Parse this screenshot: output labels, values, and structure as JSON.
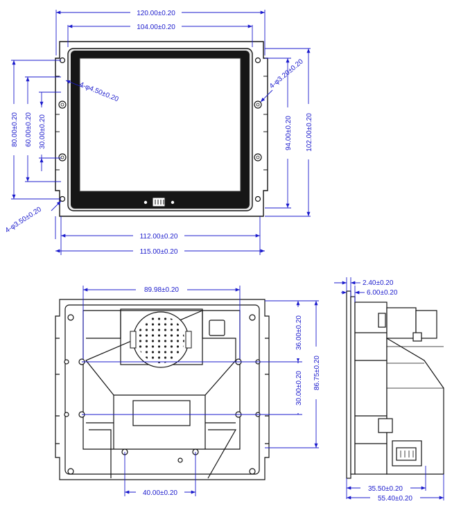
{
  "colors": {
    "dimension": "#1a1acc",
    "outline": "#111111",
    "screen": "#161616",
    "bezel": "#e9e9e9",
    "paper": "#ffffff"
  },
  "front_view": {
    "width_overall": "120.00±0.20",
    "width_inner": "104.00±0.20",
    "hole_large": "4-φ4.50±0.20",
    "hole_right": "4-φ3.20±0.20",
    "hole_bottom": "4-φ3.50±0.20",
    "pitch_80": "80.00±0.20",
    "pitch_60": "60.00±0.20",
    "pitch_30": "30.00±0.20",
    "height_94": "94.00±0.20",
    "height_102": "102.00±0.20",
    "width_112": "112.00±0.20",
    "width_115": "115.00±0.20"
  },
  "rear_view": {
    "width_top": "89.98±0.20",
    "height_36": "36.00±0.20",
    "height_30": "30.00±0.20",
    "height_86": "86.75±0.20",
    "width_bottom": "40.00±0.20"
  },
  "side_view": {
    "thick_240": "2.40±0.20",
    "thick_600": "6.00±0.20",
    "depth_3550": "35.50±0.20",
    "depth_5540": "55.40±0.20"
  }
}
